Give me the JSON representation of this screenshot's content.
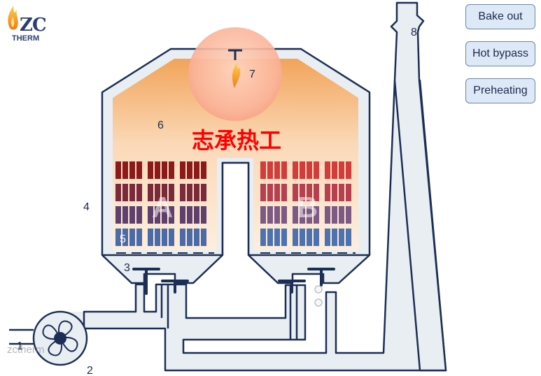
{
  "logo": {
    "mark": "ZC",
    "sub": "THERM"
  },
  "buttons": {
    "bake_out": "Bake out",
    "hot_bypass": "Hot bypass",
    "preheating": "Preheating"
  },
  "diagram": {
    "title": "志承热工",
    "chamber_a": "A",
    "chamber_b": "B",
    "numbers": {
      "n1": "1",
      "n2": "2",
      "n3": "3",
      "n4": "4",
      "n5": "5",
      "n6": "6",
      "n7": "7",
      "n8": "8"
    }
  },
  "watermark": "zctherm",
  "colors": {
    "outline": "#1c2e55",
    "pipe": "#e9eef3",
    "hot": "#f2994a",
    "cool": "#4f74b5",
    "title": "#ff0000"
  }
}
